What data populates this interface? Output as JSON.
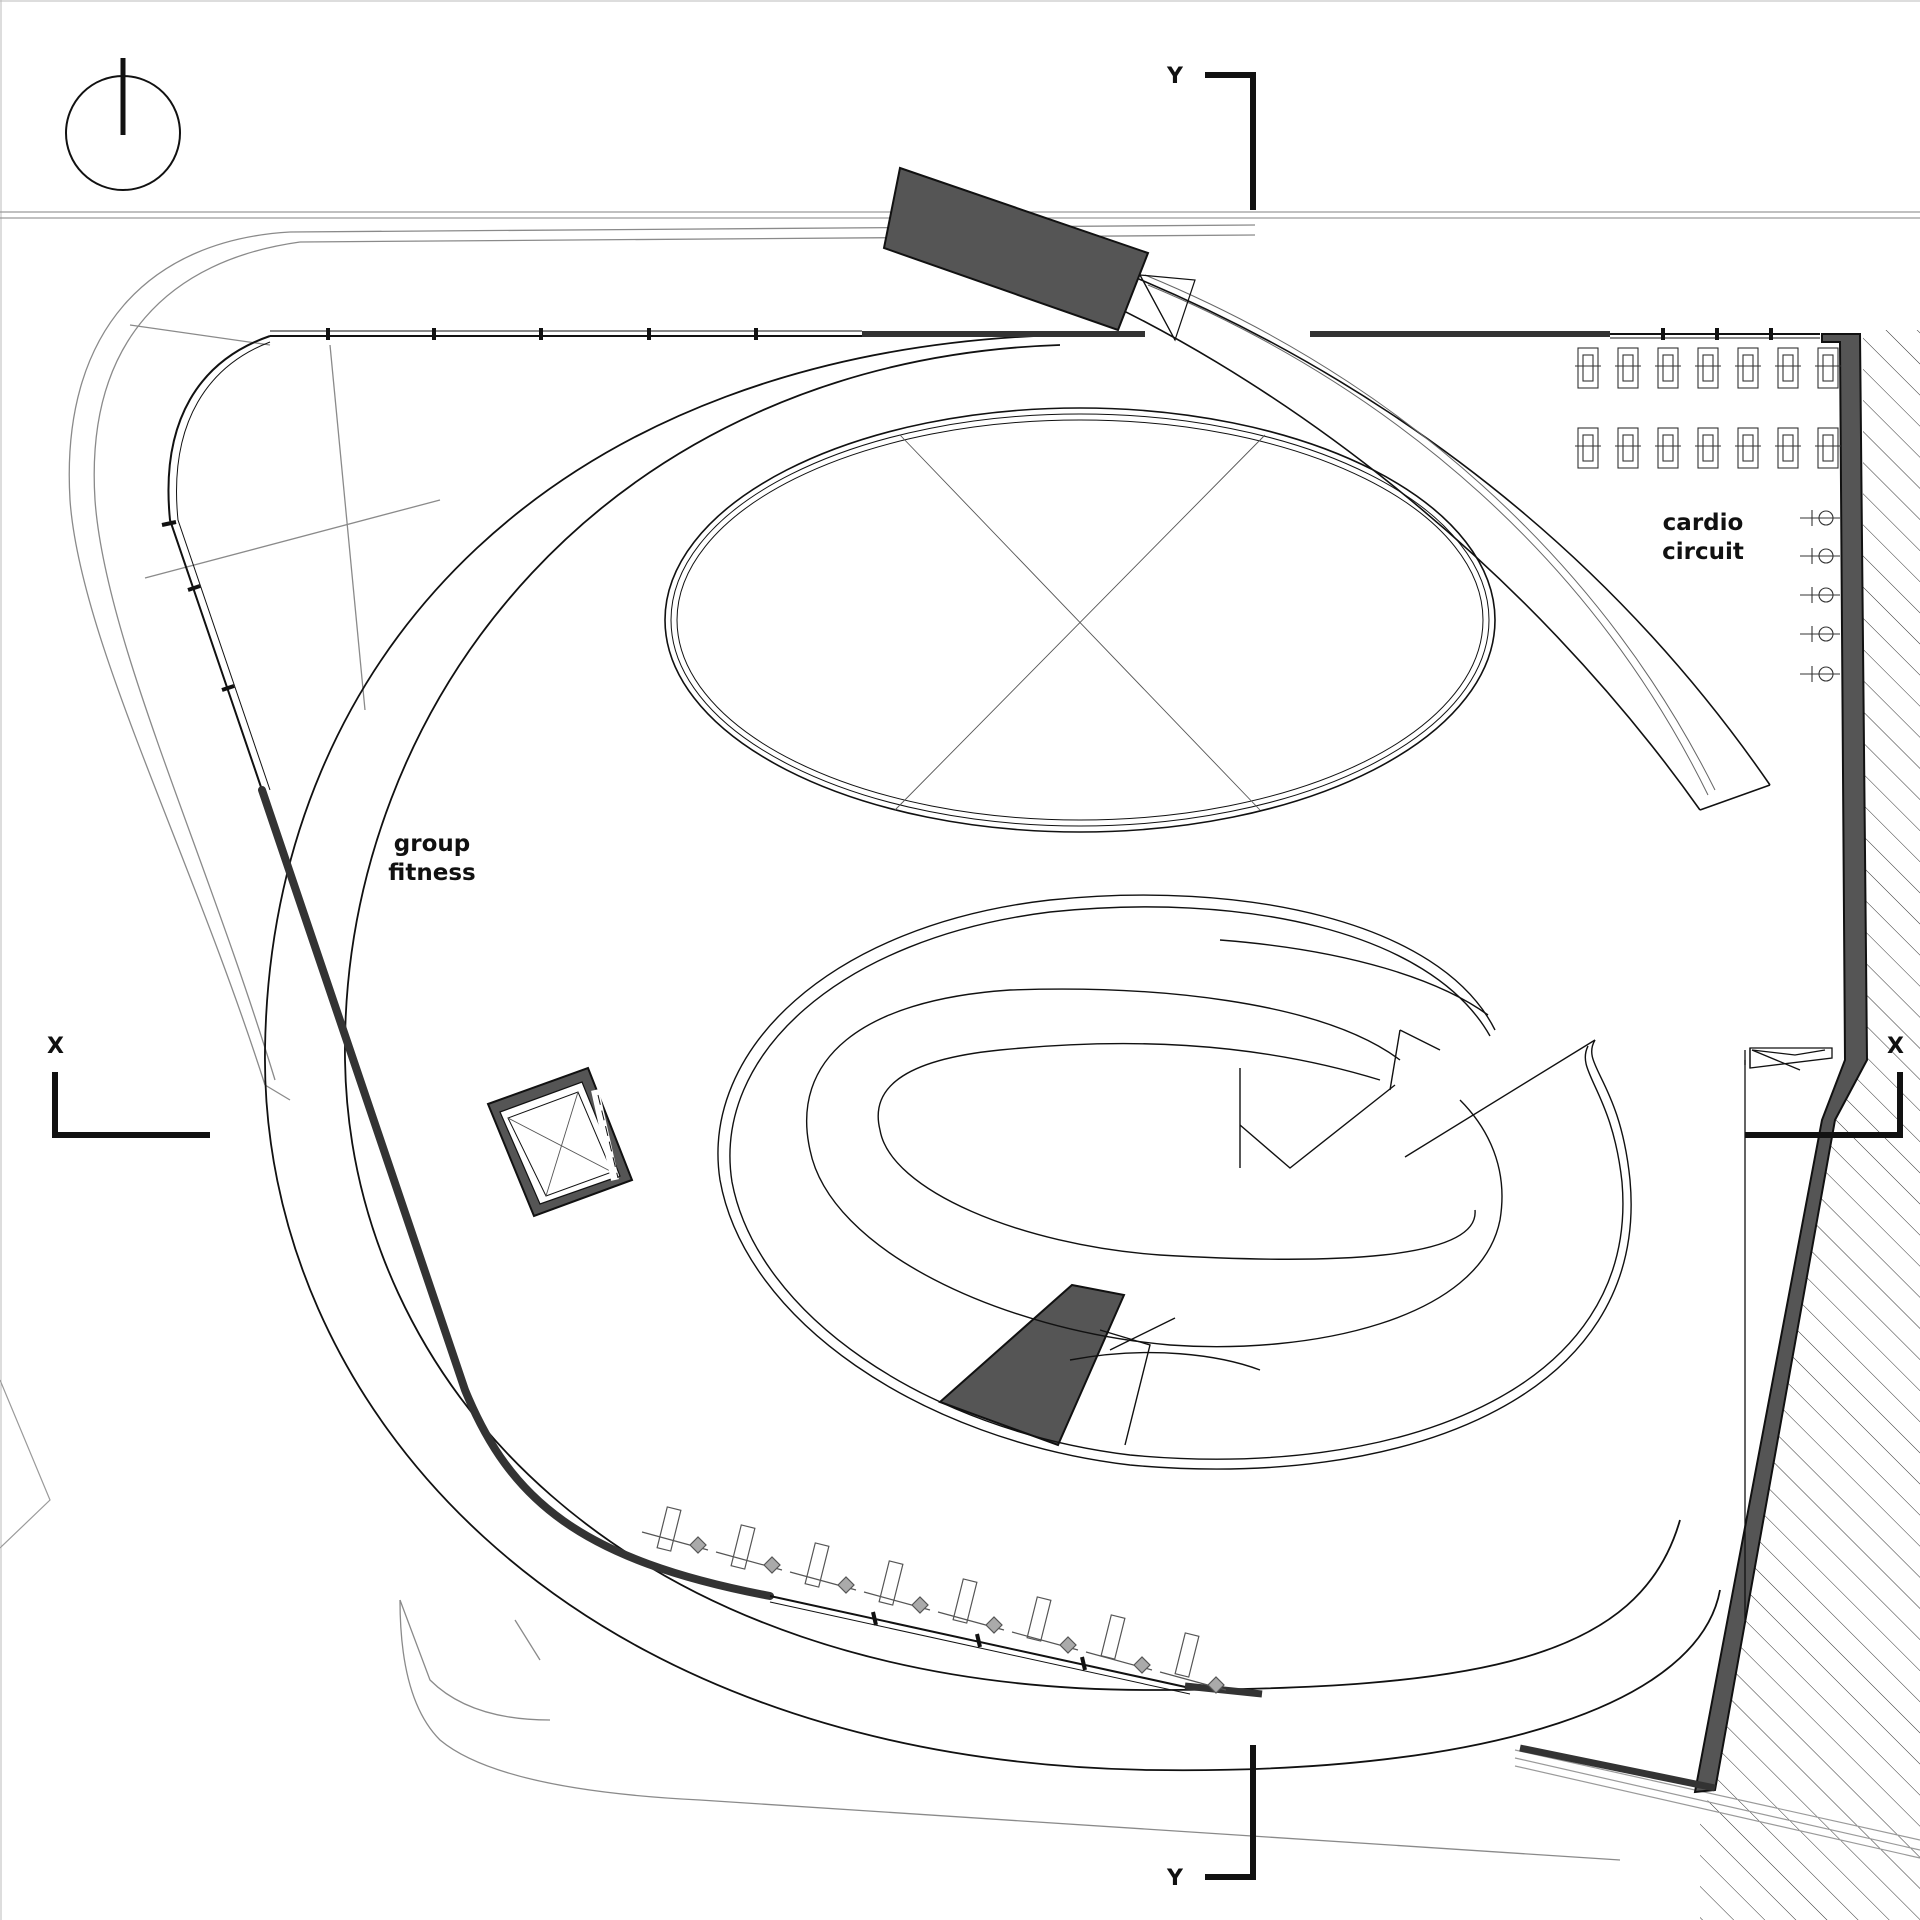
{
  "plan": {
    "rooms": [
      {
        "id": "group",
        "lines": [
          "group",
          "fitness"
        ]
      },
      {
        "id": "cardio",
        "lines": [
          "cardio",
          "circuit"
        ]
      }
    ],
    "section_markers": {
      "y_top": "Y",
      "y_bottom": "Y",
      "x_left": "X",
      "x_right": "X"
    },
    "equipment_counts": {
      "cardio_machines_row1": 7,
      "cardio_machines_row2": 7,
      "bikes_column": 5,
      "weight_benches": 8
    },
    "colors": {
      "line": "#222222",
      "wall_fill": "#555555",
      "light_line": "#9a9a9a",
      "background": "#ffffff"
    }
  }
}
